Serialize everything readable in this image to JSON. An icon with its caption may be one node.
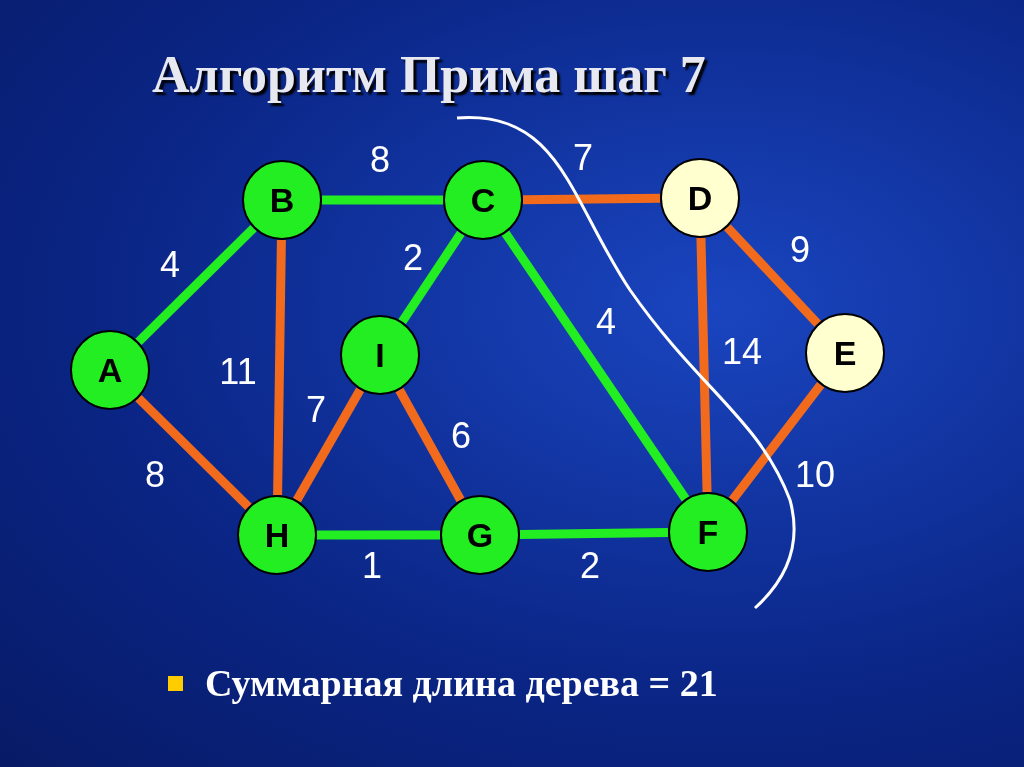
{
  "diagram": {
    "title": "Алгоритм Прима шаг 7",
    "nodes": [
      {
        "text": [
          "A"
        ]
      },
      {
        "text": [
          "B"
        ]
      },
      {
        "text": [
          "C"
        ]
      },
      {
        "text": [
          "D"
        ]
      },
      {
        "text": [
          "E"
        ]
      },
      {
        "text": [
          "I"
        ]
      },
      {
        "text": [
          "H"
        ]
      },
      {
        "text": [
          "G"
        ]
      },
      {
        "text": [
          "F"
        ]
      }
    ],
    "edges": [
      {
        "from": 0,
        "to": 1,
        "arrow": "none",
        "label": "4",
        "color": "#22ee22"
      },
      {
        "from": 0,
        "to": 6,
        "arrow": "none",
        "label": "8"
      },
      {
        "from": 1,
        "to": 2,
        "arrow": "none",
        "label": "8",
        "color": "#22ee22"
      },
      {
        "from": 1,
        "to": 6,
        "arrow": "none",
        "label": "11"
      },
      {
        "from": 2,
        "to": 5,
        "arrow": "none",
        "label": "2",
        "color": "#22ee22"
      },
      {
        "from": 2,
        "to": 3,
        "arrow": "none",
        "label": "7"
      },
      {
        "from": 2,
        "to": 8,
        "arrow": "none",
        "label": "4",
        "color": "#22ee22"
      },
      {
        "from": 3,
        "to": 8,
        "arrow": "none",
        "label": "14"
      },
      {
        "from": 3,
        "to": 4,
        "arrow": "none",
        "label": "9"
      },
      {
        "from": 4,
        "to": 8,
        "arrow": "none",
        "label": "10"
      },
      {
        "from": 5,
        "to": 6,
        "arrow": "none",
        "label": "7"
      },
      {
        "from": 5,
        "to": 7,
        "arrow": "none",
        "label": "6"
      },
      {
        "from": 6,
        "to": 7,
        "arrow": "none",
        "label": "1",
        "color": "#22ee22"
      },
      {
        "from": 7,
        "to": 8,
        "arrow": "none",
        "label": "2",
        "color": "#22ee22"
      }
    ],
    "labels": [
      "Суммарная длина дерева = 21"
    ]
  }
}
